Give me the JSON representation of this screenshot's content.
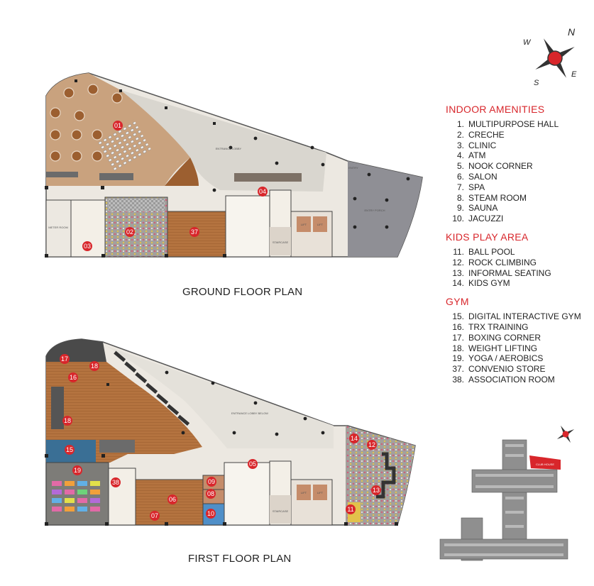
{
  "captions": {
    "ground": "GROUND FLOOR PLAN",
    "first": "FIRST FLOOR PLAN"
  },
  "compass": {
    "n": "N",
    "e": "E",
    "s": "S",
    "w": "W"
  },
  "plan_text": {
    "entrance_lobby": "ENTRANCE LOBBY",
    "entrance_lobby_below": "ENTRANCE LOBBY BELOW",
    "entry": "ENTRY",
    "entry_porch": "ENTRY PORCH",
    "meter_room": "METER ROOM",
    "staircase": "STAIRCASE",
    "lift": "LIFT",
    "club_house": "CLUB HOUSE"
  },
  "markers": {
    "m01": "01",
    "m02": "02",
    "m03": "03",
    "m04": "04",
    "m37": "37",
    "m17": "17",
    "m18a": "18",
    "m16": "16",
    "m18b": "18",
    "m15": "15",
    "m19": "19",
    "m38": "38",
    "m09": "09",
    "m08": "08",
    "m06": "06",
    "m07": "07",
    "m10": "10",
    "m05": "05",
    "m14": "14",
    "m12": "12",
    "m13": "13",
    "m11": "11"
  },
  "legend": {
    "indoor": {
      "title": "INDOOR AMENITIES",
      "items": [
        {
          "n": "1.",
          "label": "MULTIPURPOSE HALL"
        },
        {
          "n": "2.",
          "label": "CRECHE"
        },
        {
          "n": "3.",
          "label": "CLINIC"
        },
        {
          "n": "4.",
          "label": "ATM"
        },
        {
          "n": "5.",
          "label": "NOOK CORNER"
        },
        {
          "n": "6.",
          "label": "SALON"
        },
        {
          "n": "7.",
          "label": "SPA"
        },
        {
          "n": "8.",
          "label": "STEAM ROOM"
        },
        {
          "n": "9.",
          "label": "SAUNA"
        },
        {
          "n": "10.",
          "label": "JACUZZI"
        }
      ]
    },
    "kids": {
      "title": "KIDS PLAY AREA",
      "items": [
        {
          "n": "11.",
          "label": "BALL POOL"
        },
        {
          "n": "12.",
          "label": "ROCK CLIMBING"
        },
        {
          "n": "13.",
          "label": "INFORMAL SEATING"
        },
        {
          "n": "14.",
          "label": "KIDS GYM"
        }
      ]
    },
    "gym": {
      "title": "GYM",
      "items": [
        {
          "n": "15.",
          "label": "DIGITAL INTERACTIVE GYM"
        },
        {
          "n": "16.",
          "label": "TRX TRAINING"
        },
        {
          "n": "17.",
          "label": "BOXING CORNER"
        },
        {
          "n": "18.",
          "label": "WEIGHT LIFTING"
        },
        {
          "n": "19.",
          "label": "YOGA / AEROBICS"
        },
        {
          "n": "37.",
          "label": "CONVENIO STORE"
        },
        {
          "n": "38.",
          "label": "ASSOCIATION ROOM"
        }
      ]
    }
  },
  "colors": {
    "marker": "#d8262b",
    "legend_title": "#d8262b",
    "wood": "#b4733f",
    "lobby": "#d9d6cf",
    "floor_light": "#ece8e1",
    "porch": "#8f8f95",
    "wall": "#3a3a3a"
  }
}
